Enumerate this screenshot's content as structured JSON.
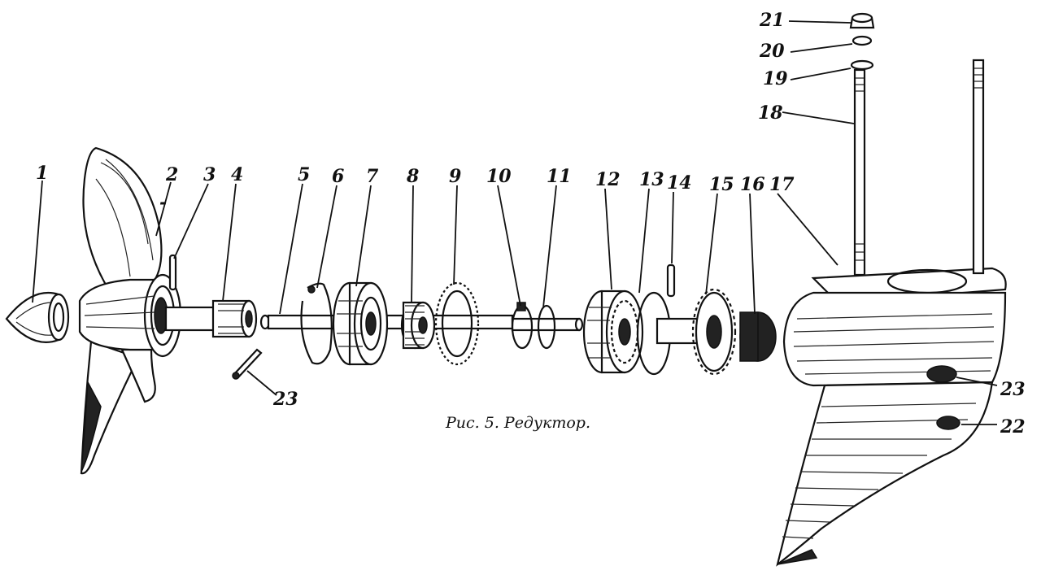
{
  "caption": "Рис. 5. Редуктор.",
  "callouts": [
    "1",
    "2",
    "3",
    "4",
    "5",
    "6",
    "7",
    "8",
    "9",
    "10",
    "11",
    "12",
    "13",
    "14",
    "15",
    "16",
    "17",
    "18",
    "19",
    "20",
    "21",
    "22",
    "23"
  ],
  "callout_23_repeat": "23",
  "dash_mark": "-"
}
